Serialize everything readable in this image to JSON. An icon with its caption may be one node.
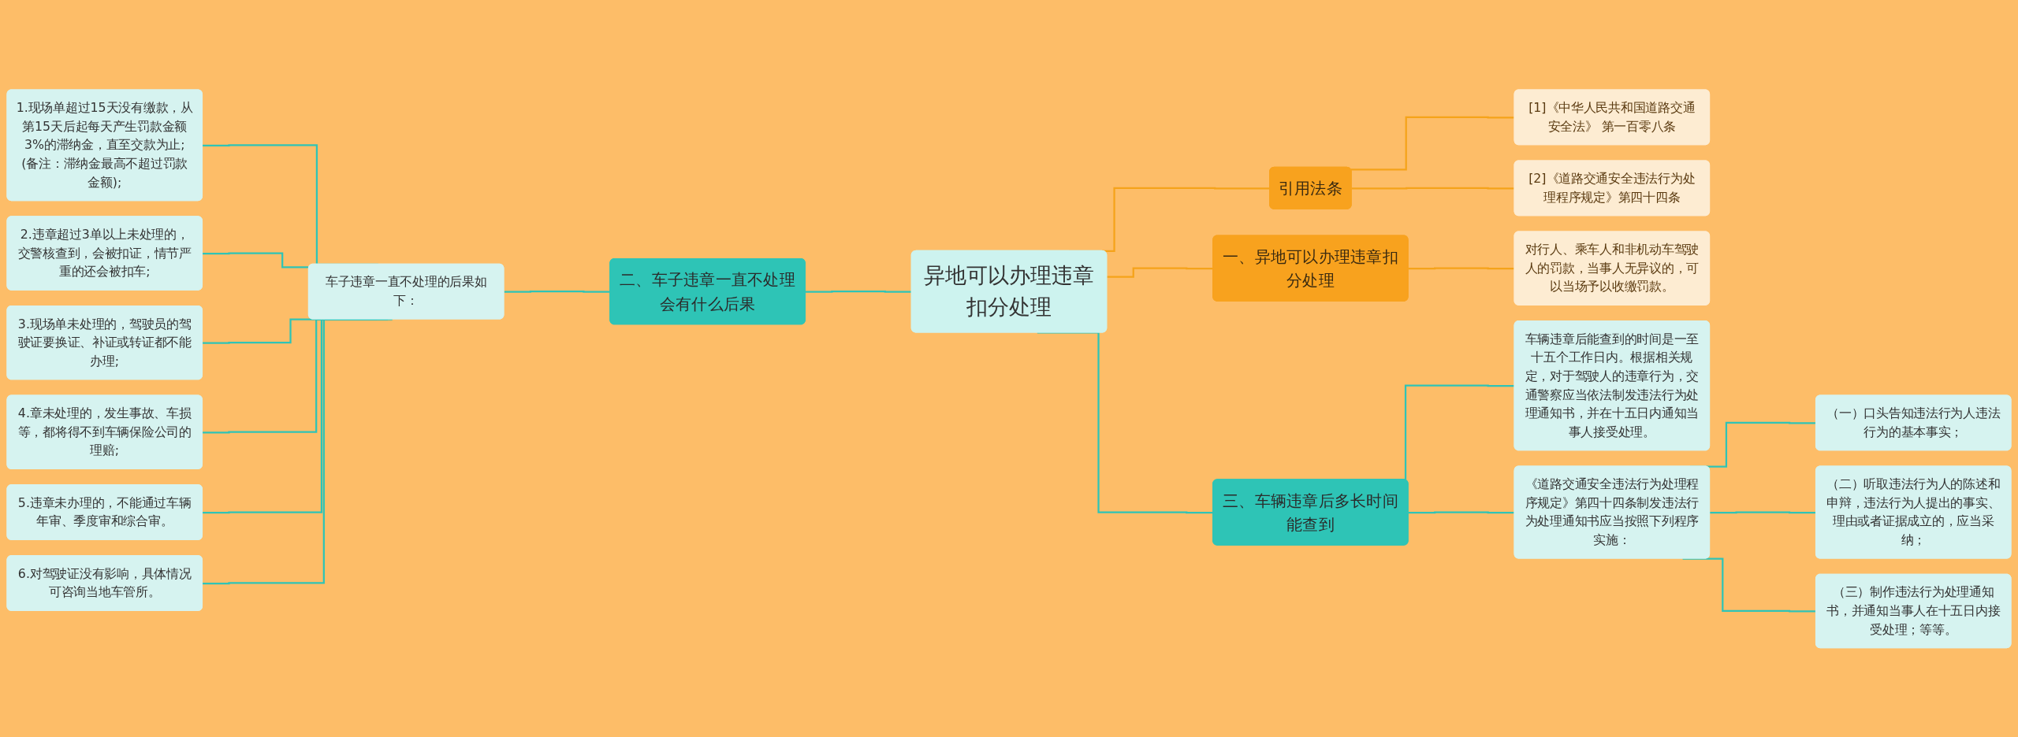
{
  "diagram": {
    "nodes": [
      {
        "text": [
          "异地可以办理违章扣分处理"
        ]
      },
      {
        "text": [
          "二、车子违章一直不处理会有什么后果"
        ]
      },
      {
        "text": [
          "车子违章一直不处理的后果如下："
        ]
      },
      {
        "text": [
          "1.现场单超过15天没有缴款，从第15天后起每天产生罚款金额3%的滞纳金，直至交款为止;(备注：滞纳金最高不超过罚款金额);"
        ]
      },
      {
        "text": [
          "2.违章超过3单以上未处理的，交警核查到，会被扣证，情节严重的还会被扣车;"
        ]
      },
      {
        "text": [
          "3.现场单未处理的，驾驶员的驾驶证要换证、补证或转证都不能办理;"
        ]
      },
      {
        "text": [
          "4.章未处理的，发生事故、车损等，都将得不到车辆保险公司的理赔;"
        ]
      },
      {
        "text": [
          "5.违章未办理的，不能通过车辆年审、季度审和综合审。"
        ]
      },
      {
        "text": [
          "6.对驾驶证没有影响，具体情况可咨询当地车管所。"
        ]
      },
      {
        "text": [
          "引用法条"
        ]
      },
      {
        "text": [
          "[1]《中华人民共和国道路交通安全法》 第一百零八条"
        ]
      },
      {
        "text": [
          "[2]《道路交通安全违法行为处理程序规定》第四十四条"
        ]
      },
      {
        "text": [
          "一、异地可以办理违章扣分处理"
        ]
      },
      {
        "text": [
          "对行人、乘车人和非机动车驾驶人的罚款，当事人无异议的，可以当场予以收缴罚款。"
        ]
      },
      {
        "text": [
          "三、车辆违章后多长时间能查到"
        ]
      },
      {
        "text": [
          "车辆违章后能查到的时间是一至十五个工作日内。根据相关规定，对于驾驶人的违章行为，交通警察应当依法制发违法行为处理通知书，并在十五日内通知当事人接受处理。"
        ]
      },
      {
        "text": [
          "《道路交通安全违法行为处理程序规定》第四十四条制发违法行为处理通知书应当按照下列程序实施："
        ]
      },
      {
        "text": [
          "（一）口头告知违法行为人违法行为的基本事实；"
        ]
      },
      {
        "text": [
          "（二）听取违法行为人的陈述和申辩，违法行为人提出的事实、理由或者证据成立的，应当采纳；"
        ]
      },
      {
        "text": [
          "（三）制作违法行为处理通知书，并通知当事人在十五日内接受处理；等等。"
        ]
      }
    ],
    "edges": [
      {
        "from": 1,
        "to": 0,
        "arrow": "none"
      },
      {
        "from": 2,
        "to": 1,
        "arrow": "none"
      },
      {
        "from": 3,
        "to": 2,
        "arrow": "none"
      },
      {
        "from": 4,
        "to": 2,
        "arrow": "none"
      },
      {
        "from": 5,
        "to": 2,
        "arrow": "none"
      },
      {
        "from": 6,
        "to": 2,
        "arrow": "none"
      },
      {
        "from": 7,
        "to": 2,
        "arrow": "none"
      },
      {
        "from": 8,
        "to": 2,
        "arrow": "none"
      },
      {
        "from": 0,
        "to": 9,
        "arrow": "none",
        "color": "#f5a31a"
      },
      {
        "from": 9,
        "to": 10,
        "arrow": "none",
        "color": "#f5a31a"
      },
      {
        "from": 9,
        "to": 11,
        "arrow": "none",
        "color": "#f5a31a"
      },
      {
        "from": 0,
        "to": 12,
        "arrow": "none",
        "color": "#f5a31a"
      },
      {
        "from": 12,
        "to": 13,
        "arrow": "none",
        "color": "#f5a31a"
      },
      {
        "from": 0,
        "to": 14,
        "arrow": "none"
      },
      {
        "from": 14,
        "to": 15,
        "arrow": "none"
      },
      {
        "from": 14,
        "to": 16,
        "arrow": "none"
      },
      {
        "from": 16,
        "to": 17,
        "arrow": "none"
      },
      {
        "from": 16,
        "to": 18,
        "arrow": "none"
      },
      {
        "from": 16,
        "to": 19,
        "arrow": "none"
      }
    ]
  }
}
